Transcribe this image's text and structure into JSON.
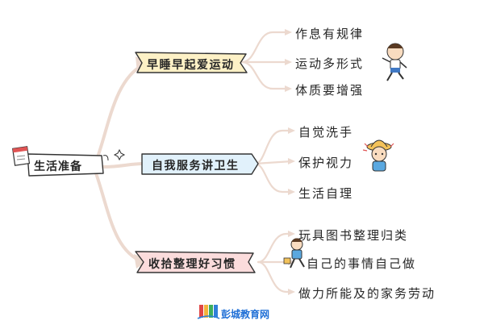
{
  "diagram": {
    "root": {
      "label": "生活准备",
      "icon": "calendar-icon"
    },
    "branches": [
      {
        "label": "早睡早起爱运动",
        "fill": "#fdf1c6",
        "decoration": "running-boy-icon",
        "leaves": [
          "作息有规律",
          "运动多形式",
          "体质要增强"
        ]
      },
      {
        "label": "自我服务讲卫生",
        "fill": "#e1f1fb",
        "decoration": "girl-with-hat-icon",
        "leaves": [
          "自觉洗手",
          "保护视力",
          "生活自理"
        ]
      },
      {
        "label": "收拾整理好习惯",
        "fill": "#fbdcdc",
        "decoration": "boy-carrying-icon",
        "leaves": [
          "玩具图书整理归类",
          "自己的事情自己做",
          "做力所能及的家务劳动"
        ]
      }
    ],
    "colors": {
      "connector": "#ecd9cf",
      "outline": "#333333"
    }
  },
  "watermark": {
    "text": "彭城教育网",
    "icon": "books-logo-icon"
  }
}
